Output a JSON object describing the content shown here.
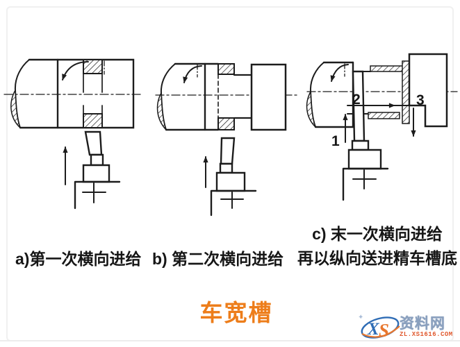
{
  "figure": {
    "ink": "#1c1c1c",
    "panels": [
      {
        "id": "a",
        "caption": "a)第一次横向进给"
      },
      {
        "id": "b",
        "caption": "b) 第二次横向进给"
      },
      {
        "id": "c",
        "caption_line1": "c) 末一次横向进给",
        "caption_line2": "再以纵向送进精车槽底",
        "steps": {
          "s1": "1",
          "s2": "2",
          "s3": "3"
        }
      }
    ],
    "title": {
      "text": "车宽槽",
      "color": "#ED7D1A"
    }
  },
  "watermark": {
    "sparkle": "✦",
    "logo_x": "X",
    "logo_s": "S",
    "site_name": "资料网",
    "site_url": "ZL.XS1616.COM",
    "blue": "#2E6CB5",
    "orange": "#E8772E",
    "gray_blue": "#8AA0BE",
    "url_color": "#E0592E"
  }
}
